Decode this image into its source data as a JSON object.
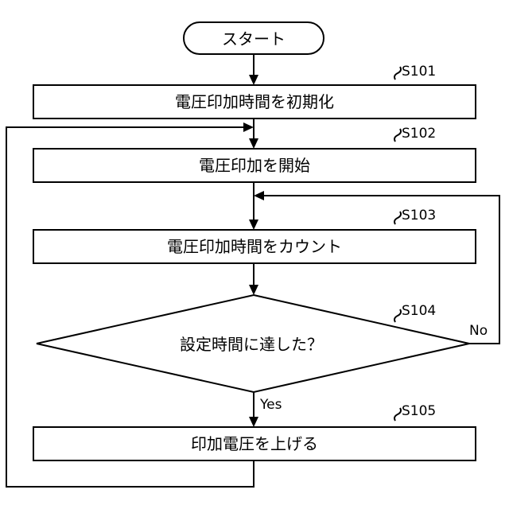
{
  "flowchart": {
    "start": {
      "label": "スタート"
    },
    "steps": [
      {
        "id": "S101",
        "label": "電圧印加時間を初期化"
      },
      {
        "id": "S102",
        "label": "電圧印加を開始"
      },
      {
        "id": "S103",
        "label": "電圧印加時間をカウント"
      },
      {
        "id": "S105",
        "label": "印加電圧を上げる"
      }
    ],
    "decision": {
      "id": "S104",
      "label": "設定時間に達した？",
      "yes_label": "Yes",
      "no_label": "No"
    }
  }
}
